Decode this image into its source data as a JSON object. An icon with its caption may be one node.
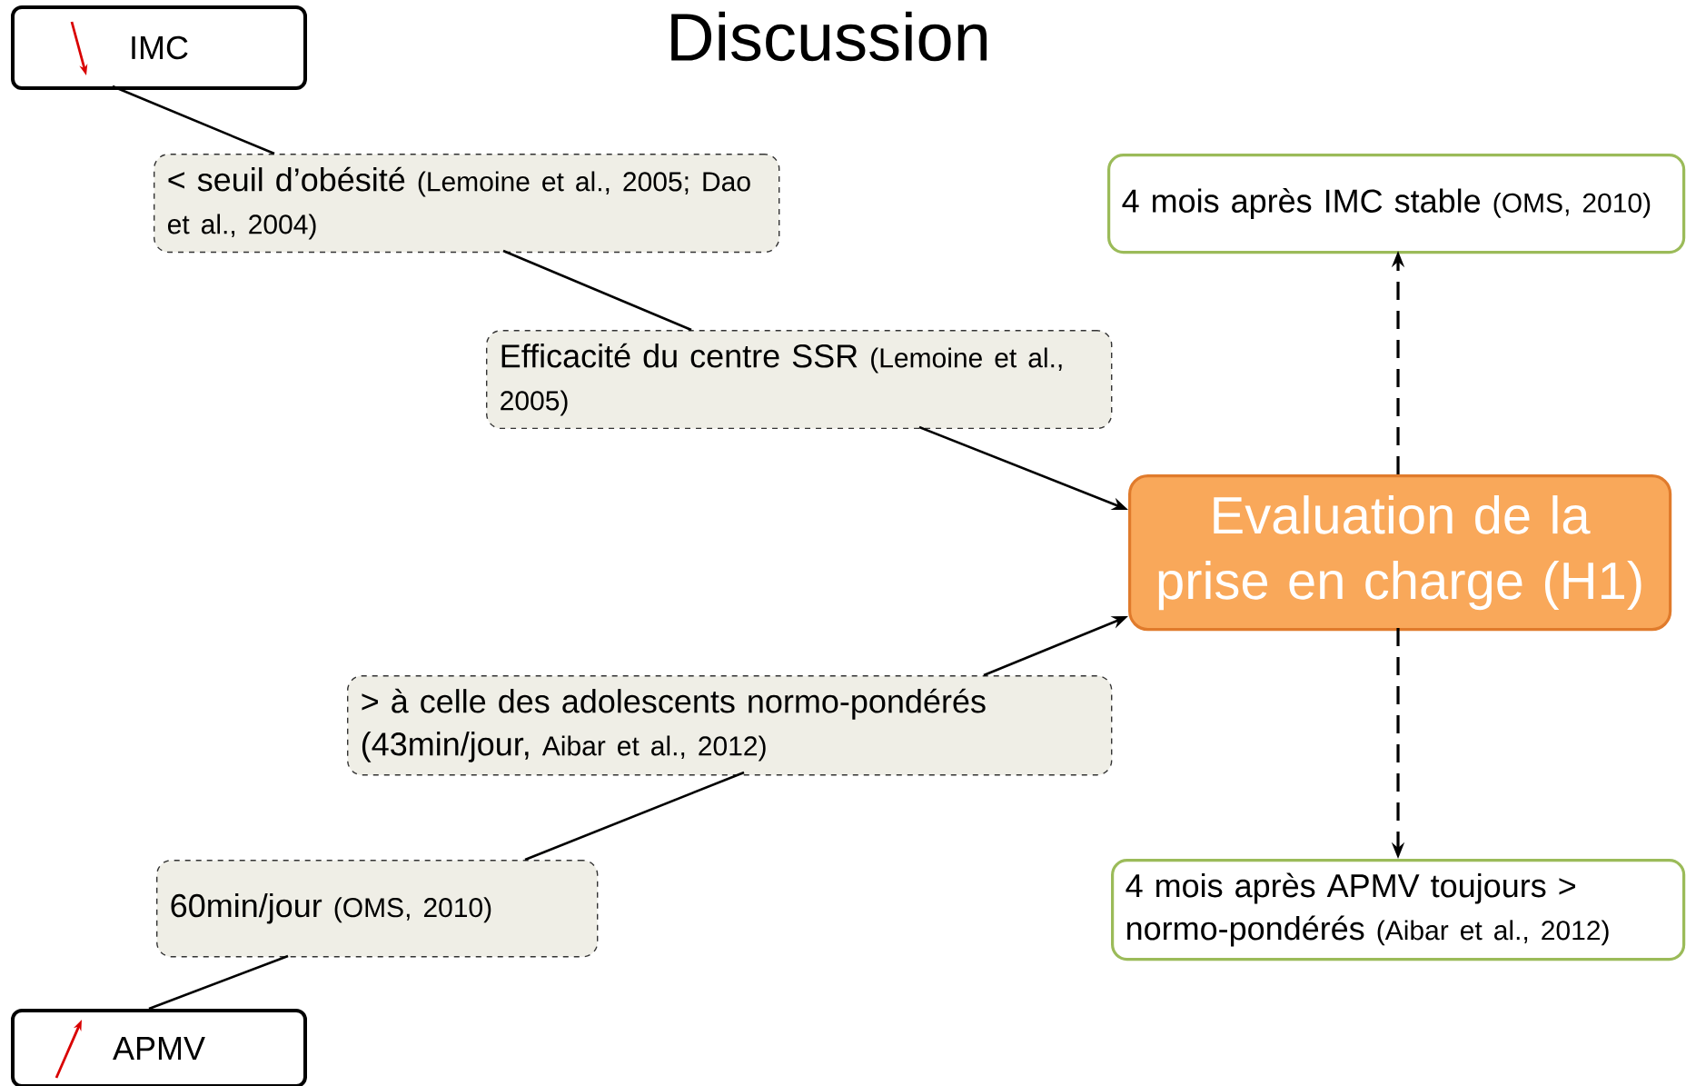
{
  "diagram": {
    "title": "Discussion",
    "nodes": [
      {
        "text": [
          "IMC"
        ]
      },
      {
        "text": [
          "< seuil d’obésité",
          "(Lemoine et al., 2005; Dao et al., 2004)"
        ]
      },
      {
        "text": [
          "Efficacité du centre SSR",
          "(Lemoine et al., 2005)"
        ]
      },
      {
        "text": [
          "4 mois après IMC stable",
          "(OMS, 2010)"
        ]
      },
      {
        "text": [
          "Evaluation de la prise en charge (H1)"
        ]
      },
      {
        "text": [
          "> à celle des adolescents normo-pondérés (43min/jour,",
          "Aibar et al., 2012)"
        ]
      },
      {
        "text": [
          "60min/jour",
          "(OMS, 2010)"
        ]
      },
      {
        "text": [
          "4 mois après APMV toujours > normo-pondérés",
          "(Aibar et al., 2012)"
        ]
      },
      {
        "text": [
          "APMV"
        ]
      }
    ],
    "edges": [
      {
        "from": 0,
        "to": 1,
        "arrow": "none"
      },
      {
        "from": 1,
        "to": 2,
        "arrow": "none"
      },
      {
        "from": 2,
        "to": 4,
        "arrow": "to"
      },
      {
        "from": 8,
        "to": 6,
        "arrow": "none"
      },
      {
        "from": 6,
        "to": 5,
        "arrow": "none"
      },
      {
        "from": 5,
        "to": 4,
        "arrow": "to"
      },
      {
        "from": 4,
        "to": 3,
        "arrow": "to",
        "style": "dashed"
      },
      {
        "from": 4,
        "to": 7,
        "arrow": "to",
        "style": "dashed"
      }
    ]
  }
}
